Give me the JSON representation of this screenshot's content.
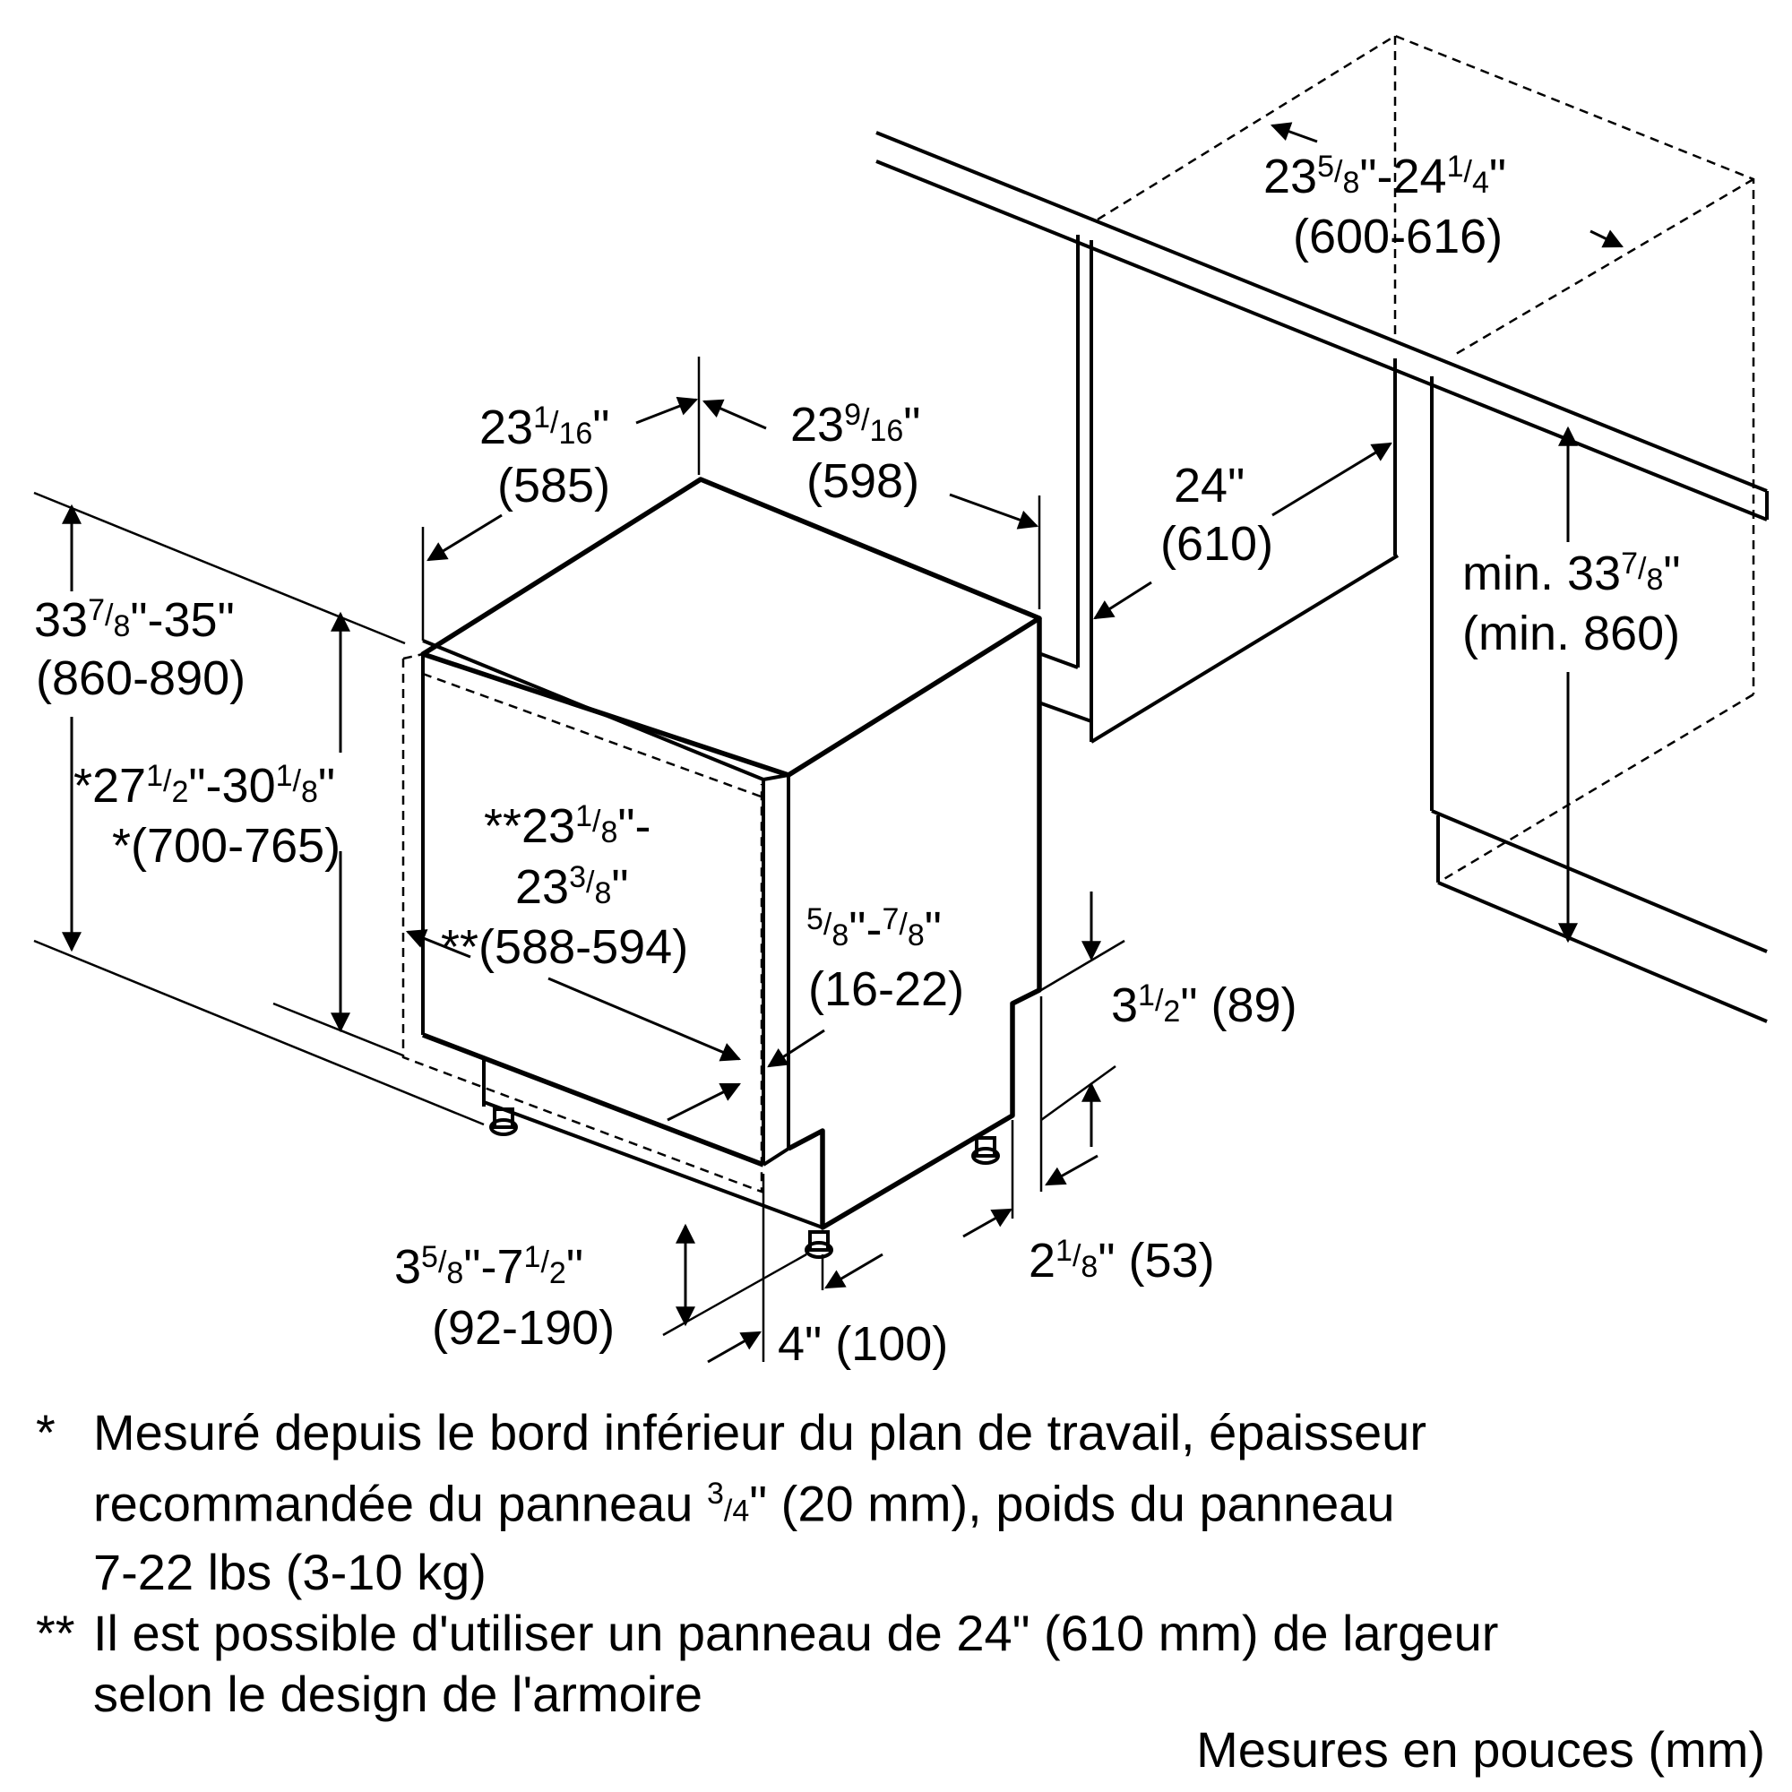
{
  "labels": {
    "rear_width": {
      "main1": "23",
      "sup1": "5",
      "sub1": "8",
      "mid": "\"-24",
      "sup2": "1",
      "sub2": "4",
      "tail": "\"",
      "mm": "(600-616)"
    },
    "depth_left": {
      "main": "23",
      "sup": "1",
      "sub": "16",
      "tail": "\"",
      "mm": "(585)"
    },
    "depth_right": {
      "main": "23",
      "sup": "9",
      "sub": "16",
      "tail": "\"",
      "mm": "(598)"
    },
    "cabinet_depth": {
      "main": "24\"",
      "mm": "(610)"
    },
    "min_height": {
      "pre": "min. 33",
      "sup": "7",
      "sub": "8",
      "tail": "\"",
      "mm": "(min. 860)"
    },
    "total_height": {
      "main": "33",
      "sup": "7",
      "sub": "8",
      "tail": "\"-35\"",
      "mm": "(860-890)"
    },
    "panel_height": {
      "pre": "*27",
      "sup1": "1",
      "sub1": "2",
      "mid": "\"-30",
      "sup2": "1",
      "sub2": "8",
      "tail": "\"",
      "mm": "*(700-765)"
    },
    "panel_width": {
      "l1pre": "**23",
      "l1sup": "1",
      "l1sub": "8",
      "l1tail": "\"-",
      "l2pre": "23",
      "l2sup": "3",
      "l2sub": "8",
      "l2tail": "\"",
      "mm": "**(588-594)"
    },
    "panel_thick": {
      "sup1": "5",
      "sub1": "8",
      "mid": "\"-",
      "sup2": "7",
      "sub2": "8",
      "tail": "\"",
      "mm": "(16-22)"
    },
    "toe_height": {
      "main": "3",
      "sup": "1",
      "sub": "2",
      "tail": "\" (89)"
    },
    "foot_height": {
      "main": "3",
      "sup1": "5",
      "sub1": "8",
      "mid": "\"-7",
      "sup2": "1",
      "sub2": "2",
      "tail": "\"",
      "mm": "(92-190)"
    },
    "toe_depth": {
      "main": "2",
      "sup": "1",
      "sub": "8",
      "tail": "\" (53)"
    },
    "foot_offset": {
      "main": "4\" (100)"
    }
  },
  "notes": [
    {
      "mark": "*",
      "text": "Mesuré depuis le bord inférieur du plan de travail, épaisseur\nrecommandée du panneau",
      "frac_sup": "3",
      "frac_sub": "4",
      "text2": "\" (20 mm), poids du panneau\n7-22 lbs (3-10 kg)"
    },
    {
      "mark": "**",
      "text": "Il est possible d'utiliser un panneau de 24\" (610 mm) de largeur\nselon le design de l'armoire"
    }
  ],
  "units": "Mesures en pouces (mm)"
}
